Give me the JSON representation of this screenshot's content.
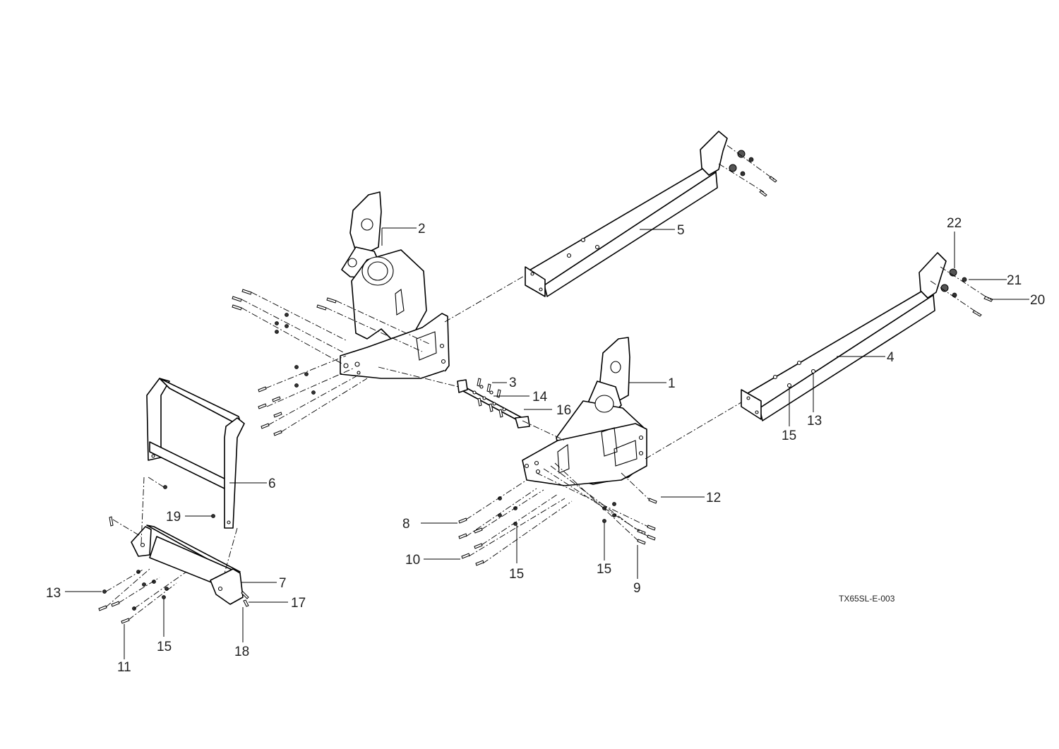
{
  "drawing": {
    "code": "TX65SL-E-003",
    "callouts": {
      "c1": "1",
      "c2": "2",
      "c3": "3",
      "c4": "4",
      "c5": "5",
      "c6": "6",
      "c7": "7",
      "c8": "8",
      "c9": "9",
      "c10": "10",
      "c11": "11",
      "c12": "12",
      "c13a": "13",
      "c13b": "13",
      "c14": "14",
      "c15a": "15",
      "c15b": "15",
      "c15c": "15",
      "c15d": "15",
      "c16": "16",
      "c17": "17",
      "c18": "18",
      "c19": "19",
      "c20": "20",
      "c21": "21",
      "c22": "22"
    }
  },
  "colors": {
    "line": "#000000",
    "text": "#222222",
    "background": "#ffffff"
  }
}
